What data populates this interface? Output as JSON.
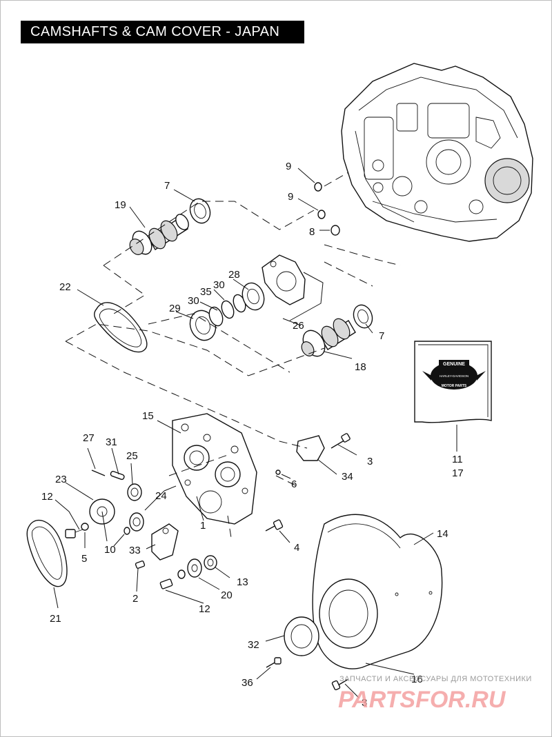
{
  "title": "CAMSHAFTS & CAM COVER - JAPAN",
  "part_labels": [
    {
      "id": "p9a",
      "text": "9"
    },
    {
      "id": "p9b",
      "text": "9"
    },
    {
      "id": "p8",
      "text": "8"
    },
    {
      "id": "p7a",
      "text": "7"
    },
    {
      "id": "p19",
      "text": "19"
    },
    {
      "id": "p22",
      "text": "22"
    },
    {
      "id": "p28",
      "text": "28"
    },
    {
      "id": "p30a",
      "text": "30"
    },
    {
      "id": "p35",
      "text": "35"
    },
    {
      "id": "p30b",
      "text": "30"
    },
    {
      "id": "p29",
      "text": "29"
    },
    {
      "id": "p26",
      "text": "26"
    },
    {
      "id": "p7b",
      "text": "7"
    },
    {
      "id": "p18",
      "text": "18"
    },
    {
      "id": "p15",
      "text": "15"
    },
    {
      "id": "p27",
      "text": "27"
    },
    {
      "id": "p31",
      "text": "31"
    },
    {
      "id": "p25",
      "text": "25"
    },
    {
      "id": "p23",
      "text": "23"
    },
    {
      "id": "p24",
      "text": "24"
    },
    {
      "id": "p12a",
      "text": "12"
    },
    {
      "id": "p1",
      "text": "1"
    },
    {
      "id": "p6",
      "text": "6"
    },
    {
      "id": "p3a",
      "text": "3"
    },
    {
      "id": "p34",
      "text": "34"
    },
    {
      "id": "p11",
      "text": "11"
    },
    {
      "id": "p17",
      "text": "17"
    },
    {
      "id": "p5",
      "text": "5"
    },
    {
      "id": "p10",
      "text": "10"
    },
    {
      "id": "p33",
      "text": "33"
    },
    {
      "id": "p4",
      "text": "4"
    },
    {
      "id": "p14",
      "text": "14"
    },
    {
      "id": "p13",
      "text": "13"
    },
    {
      "id": "p2",
      "text": "2"
    },
    {
      "id": "p20",
      "text": "20"
    },
    {
      "id": "p12b",
      "text": "12"
    },
    {
      "id": "p21",
      "text": "21"
    },
    {
      "id": "p32",
      "text": "32"
    },
    {
      "id": "p36",
      "text": "36"
    },
    {
      "id": "p16",
      "text": "16"
    },
    {
      "id": "p3b",
      "text": "3"
    }
  ],
  "box_logo": {
    "line1": "GENUINE",
    "line2": "HARLEY-DAVIDSON",
    "line3": "MOTOR PARTS"
  },
  "watermark": {
    "tagline": "ЗАПЧАСТИ И АКСЕССУАРЫ ДЛЯ МОТОТЕХНИКИ",
    "logo": "PARTSFOR.RU"
  }
}
